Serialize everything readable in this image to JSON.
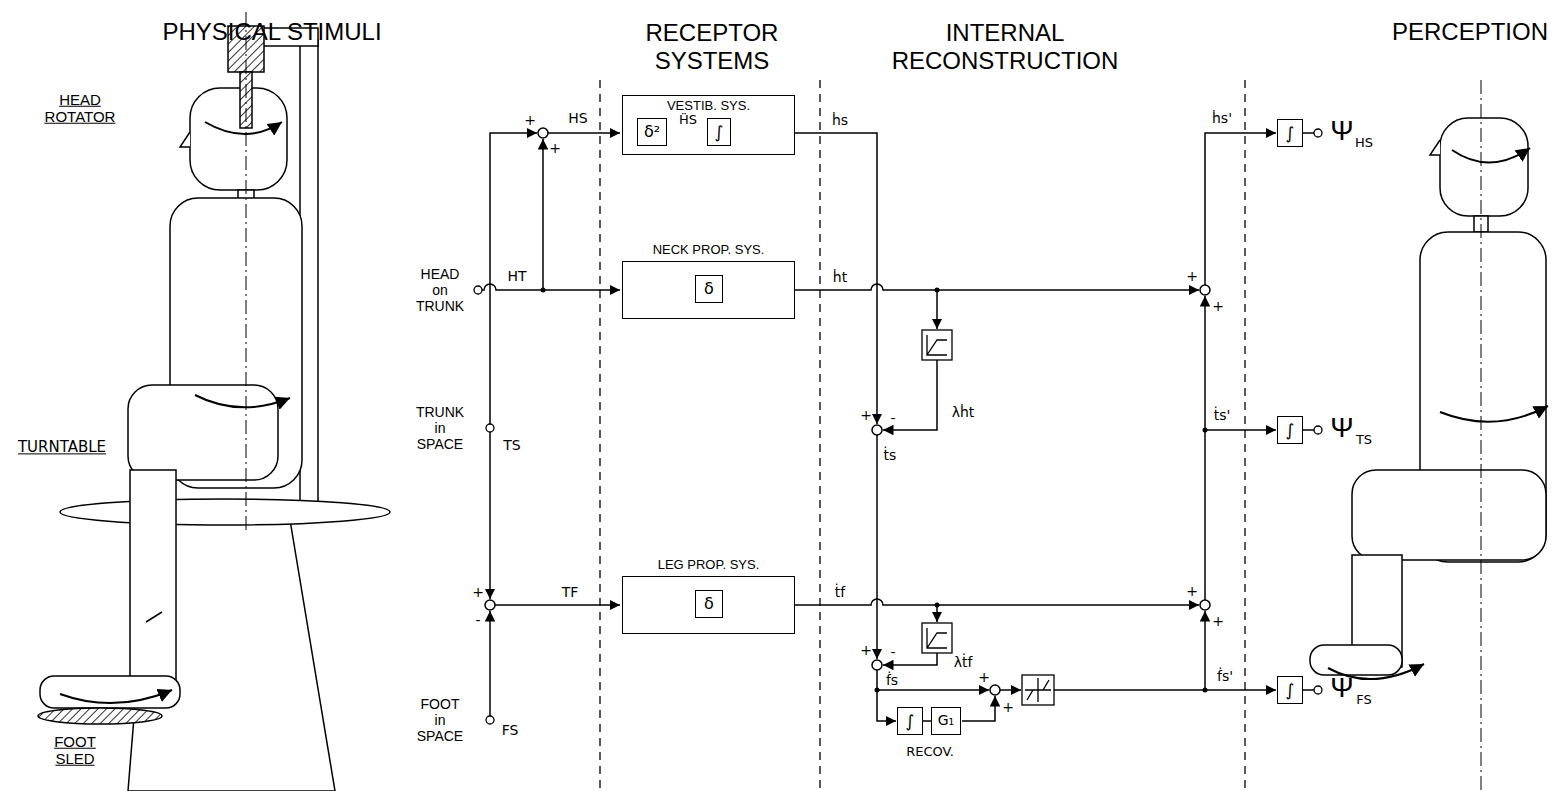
{
  "diagram": {
    "nodes": [
      {
        "text": [
          "VESTIB. SYS."
        ]
      },
      {
        "text": [
          "δ²"
        ],
        "in": 0
      },
      {
        "text": [
          "∫"
        ],
        "in": 0
      },
      {
        "text": [
          "NECK PROP. SYS."
        ]
      },
      {
        "text": [
          "δ"
        ],
        "in": 3
      },
      {
        "text": [
          "LEG PROP. SYS."
        ]
      },
      {
        "text": [
          "δ"
        ],
        "in": 5
      },
      {
        "text": [
          "∫"
        ]
      },
      {
        "text": [
          "G₁"
        ]
      },
      {
        "text": [
          "∫"
        ]
      },
      {
        "text": [
          "∫"
        ]
      },
      {
        "text": [
          "∫"
        ]
      }
    ],
    "edges": [
      {
        "from": 1,
        "to": 2,
        "arrow": "none"
      },
      {
        "from": 7,
        "to": 8,
        "arrow": "none"
      }
    ],
    "labels": [
      "PHYSICAL STIMULI",
      "RECEPTOR SYSTEMS",
      "INTERNAL RECONSTRUCTION",
      "PERCEPTION",
      "HEAD ROTATOR",
      "TURNTABLE",
      "FOOT SLED",
      "HEAD on TRUNK",
      "TRUNK in SPACE",
      "FOOT in SPACE",
      "HS",
      "HT",
      "TS",
      "TF",
      "FS",
      "+",
      "+",
      "+",
      "-",
      "ḦS",
      "ḣs",
      "ḣt",
      "ṫf",
      "λḣt",
      "+",
      "-",
      "ṫs",
      "λṫf",
      "+",
      "-",
      "ḟs",
      "+",
      "+",
      "RECOV.",
      "ḣs'",
      "+",
      "+",
      "ṫs'",
      "+",
      "+",
      "ḟs'",
      "Ψ",
      "HS",
      "Ψ",
      "TS",
      "Ψ",
      "FS"
    ]
  }
}
